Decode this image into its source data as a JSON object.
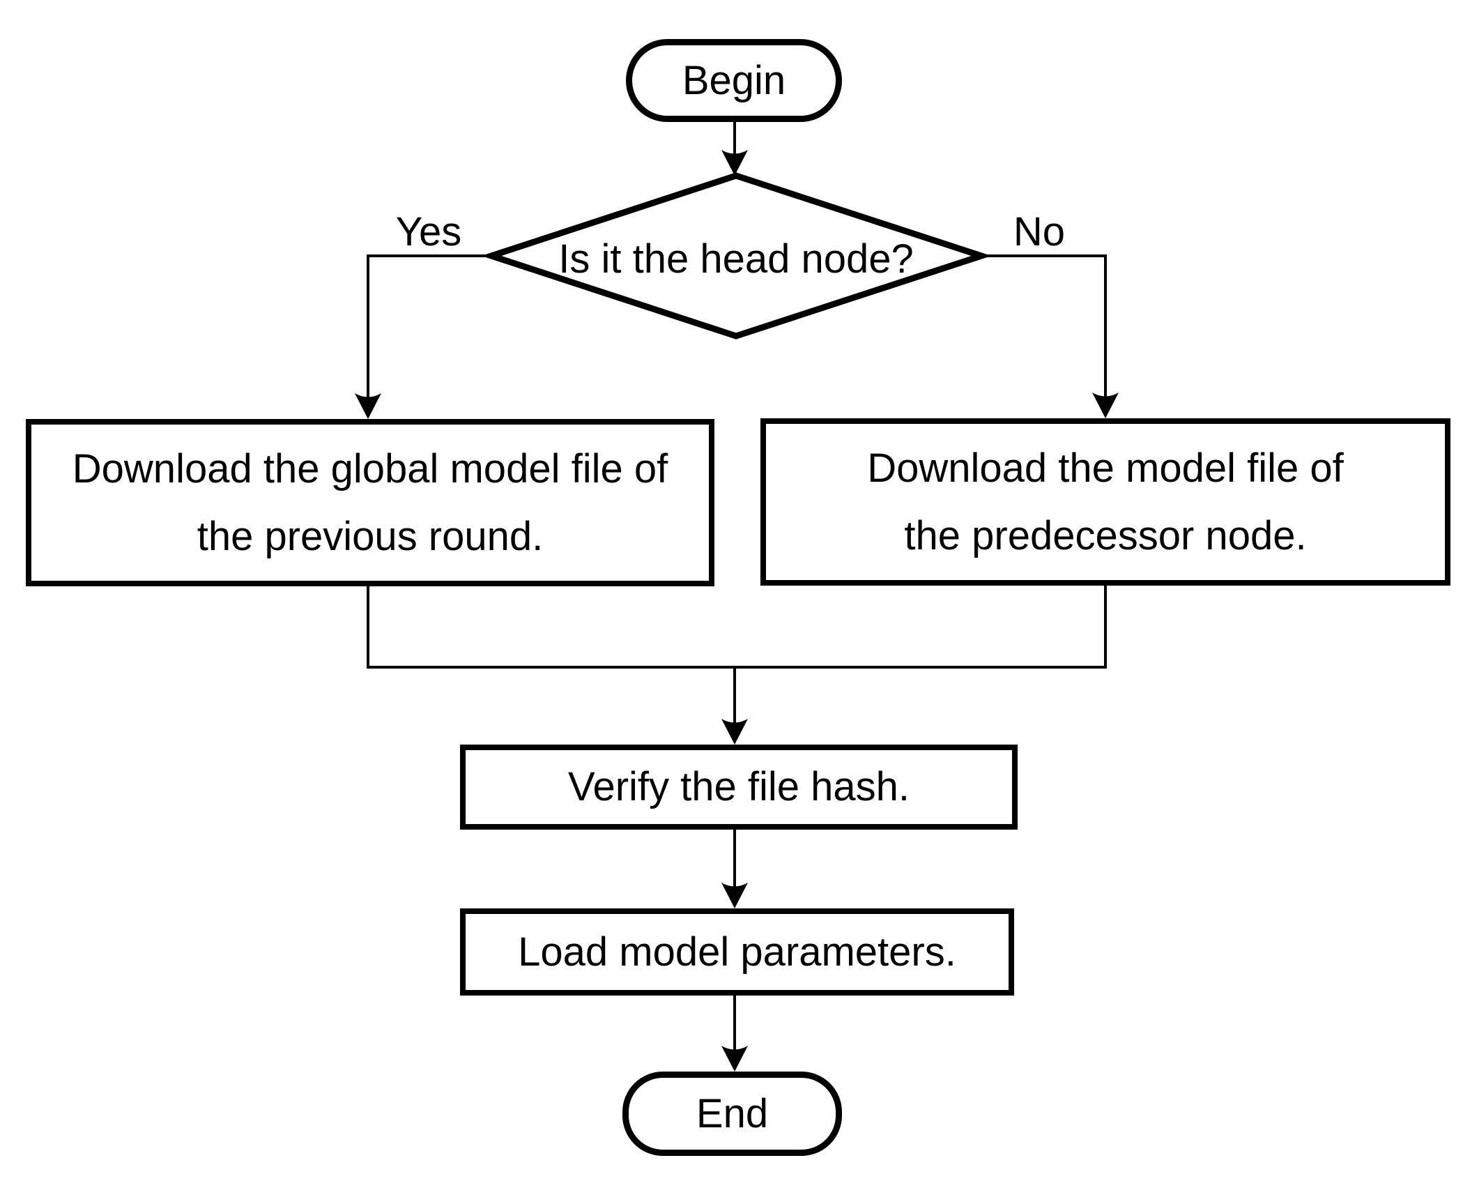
{
  "colors": {
    "background": "#ffffff",
    "stroke": "#000000",
    "text": "#000000"
  },
  "flowchart": {
    "begin": {
      "label": "Begin"
    },
    "decision": {
      "question": "Is it the head node?",
      "yes_label": "Yes",
      "no_label": "No"
    },
    "process_download_global": {
      "lines": [
        "Download the global model file of",
        "the previous round."
      ]
    },
    "process_download_predecessor": {
      "lines": [
        "Download the model file of",
        "the predecessor node."
      ]
    },
    "process_verify": {
      "label": "Verify the file hash."
    },
    "process_load": {
      "label": "Load model parameters."
    },
    "end": {
      "label": "End"
    }
  }
}
